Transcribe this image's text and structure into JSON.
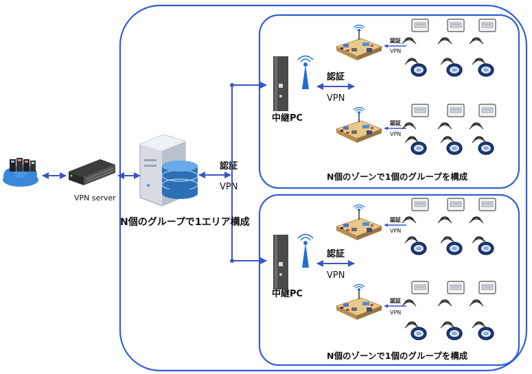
{
  "labels": {
    "vpn_server": "VPN server",
    "auth": "認証",
    "vpn": "VPN",
    "relay_pc": "中継PC",
    "area_caption": "N個のグループで1エリア構成",
    "group_caption": "N個のゾーンで1個のグループを構成"
  },
  "colors": {
    "border": "#2f5fd6",
    "line": "#3a54c8",
    "server_body": "#d6dbe4",
    "db": "#2d6fb5",
    "cloud": "#3a86d8",
    "tower": "#4a4a4a",
    "antenna": "#1f6fd1"
  },
  "icons": {
    "cloud": "cloud-datacenter-icon",
    "rack": "rack-server-icon",
    "server": "database-server-icon",
    "relay": "relay-tower-icon",
    "zone": "zone-board-icon",
    "terminal": "wireless-terminal-icon",
    "sensor": "wireless-sensor-icon"
  }
}
